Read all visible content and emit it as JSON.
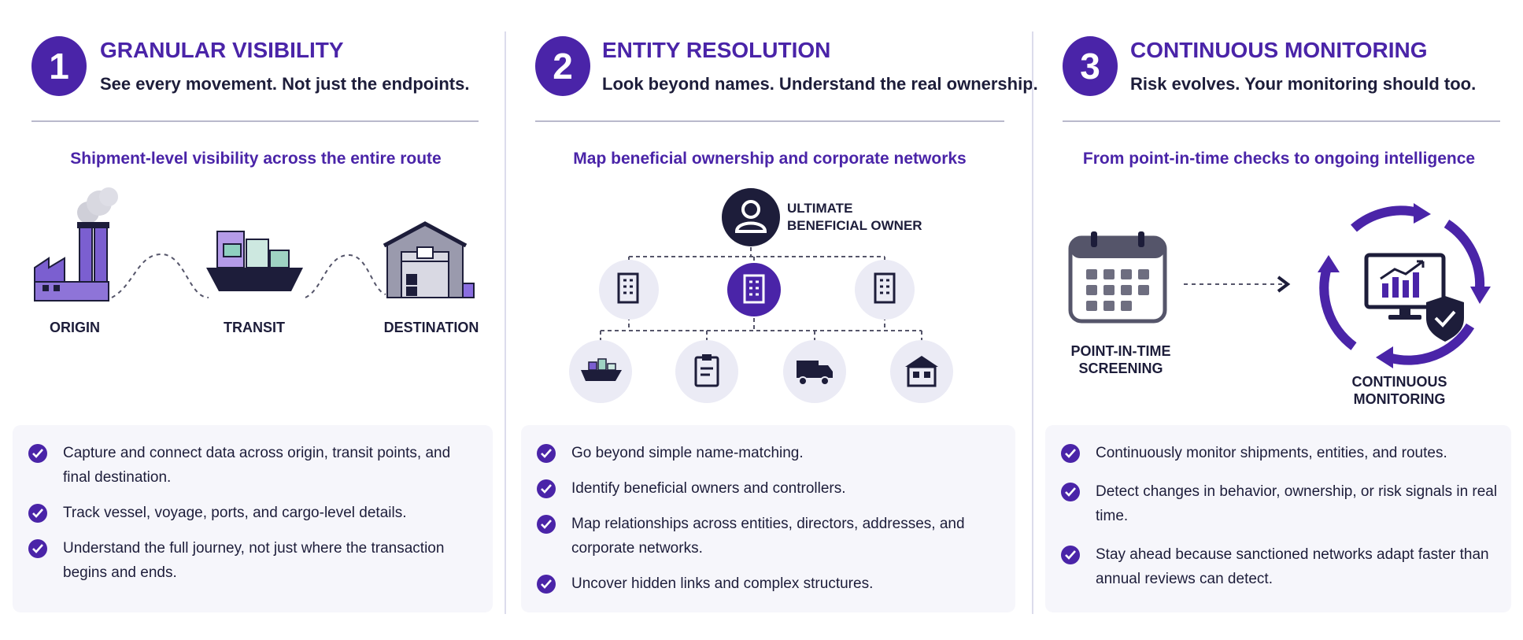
{
  "panels": [
    {
      "number": "1",
      "title": "GRANULAR VISIBILITY",
      "subtitle": "See every movement. Not just the endpoints.",
      "section_heading": "Shipment-level visibility across the entire route",
      "route_labels": [
        "ORIGIN",
        "TRANSIT",
        "DESTINATION"
      ],
      "bullets": [
        "Capture and connect data across origin, transit points, and final destination.",
        "Track vessel, voyage, ports, and cargo-level details.",
        "Understand the full journey, not just where the transaction begins and ends."
      ]
    },
    {
      "number": "2",
      "title": "ENTITY RESOLUTION",
      "subtitle": "Look beyond names. Understand the real ownership.",
      "section_heading": "Map beneficial ownership and corporate networks",
      "owner_label_line1": "ULTIMATE",
      "owner_label_line2": "BENEFICIAL OWNER",
      "bullets": [
        "Go beyond simple name-matching.",
        "Identify beneficial owners and controllers.",
        "Map relationships across entities, directors, addresses, and corporate networks.",
        "Uncover hidden links and complex structures."
      ]
    },
    {
      "number": "3",
      "title": "CONTINUOUS MONITORING",
      "subtitle": "Risk evolves. Your monitoring should too.",
      "section_heading": "From point-in-time checks to ongoing intelligence",
      "left_label_line1": "POINT-IN-TIME",
      "left_label_line2": "SCREENING",
      "right_label_line1": "CONTINUOUS",
      "right_label_line2": "MONITORING",
      "bullets": [
        "Continuously monitor shipments, entities, and routes.",
        "Detect changes in behavior, ownership, or risk signals in real time.",
        "Stay ahead because sanctioned networks adapt faster than annual reviews can detect."
      ]
    }
  ],
  "icons": {
    "origin": "factory-icon",
    "transit": "cargo-ship-icon",
    "destination": "warehouse-icon",
    "owner": "person-icon",
    "entities": [
      "office-building-icon",
      "office-building-icon",
      "office-building-icon"
    ],
    "assets": [
      "cargo-ship-icon",
      "clipboard-document-icon",
      "delivery-truck-icon",
      "storefront-building-icon"
    ],
    "screening": "calendar-icon",
    "monitoring": "monitor-chart-shield-icon"
  },
  "colors": {
    "accent": "#4a24a8",
    "text": "#1d1d3a",
    "light_circle": "#ebebf5",
    "box_bg": "#f6f6fb"
  }
}
